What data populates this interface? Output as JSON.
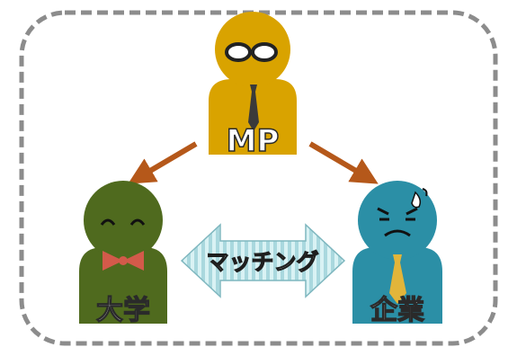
{
  "figures": {
    "mp": {
      "label": "MP",
      "icon": "person-with-glasses-and-tie-icon",
      "color": "#d9a300"
    },
    "university": {
      "label": "大学",
      "icon": "smiling-person-with-bow-tie-icon",
      "color": "#4f6a1e"
    },
    "company": {
      "label": "企業",
      "icon": "worried-person-with-tie-icon",
      "color": "#2b8fa6"
    }
  },
  "connector": {
    "label": "マッチング",
    "direction": "bidirectional"
  },
  "arrows": [
    "mp-to-university",
    "mp-to-company"
  ],
  "colors": {
    "frame": "#8c8c8c",
    "arrow": "#b5581a",
    "label_text": "#ffffff",
    "label_stroke": "#2a2a2a",
    "matching_stripes": [
      "#cfeef2",
      "#a7d6dc"
    ]
  }
}
